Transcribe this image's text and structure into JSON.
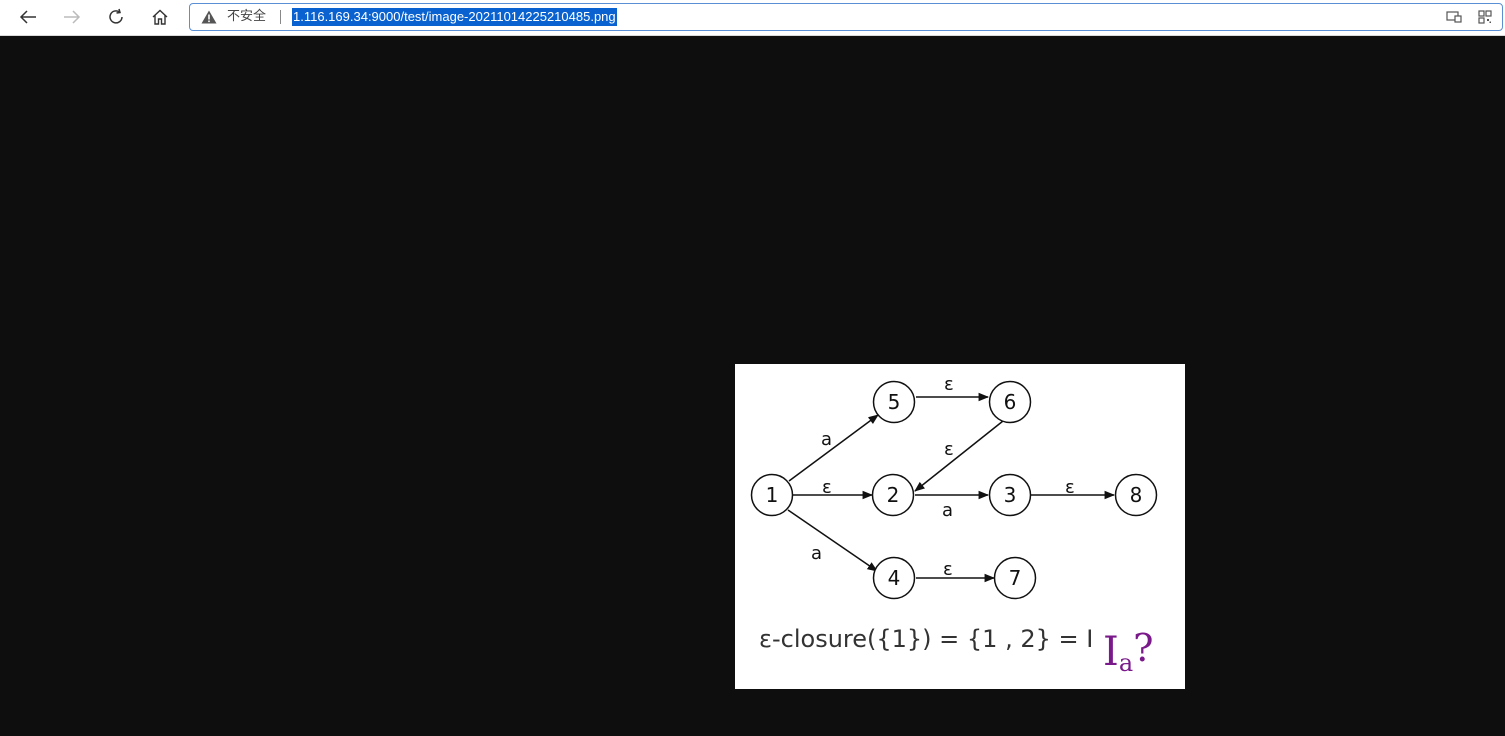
{
  "browser": {
    "security_label": "不安全",
    "url": "1.116.169.34:9000/test/image-20211014225210485.png",
    "icons": {
      "back": "arrow-left-icon",
      "forward": "arrow-right-icon",
      "reload": "reload-icon",
      "home": "home-icon",
      "warning": "warning-triangle-icon",
      "reader": "reader-view-icon",
      "qr": "qr-code-icon"
    },
    "colors": {
      "url_highlight": "#0a62d0",
      "viewer_bg": "#0e0e0e"
    }
  },
  "figure": {
    "nodes": [
      "1",
      "2",
      "3",
      "4",
      "5",
      "6",
      "7",
      "8"
    ],
    "edges": [
      {
        "from": "1",
        "to": "5",
        "label": "a"
      },
      {
        "from": "1",
        "to": "2",
        "label": "ε"
      },
      {
        "from": "1",
        "to": "4",
        "label": "a"
      },
      {
        "from": "5",
        "to": "6",
        "label": "ε"
      },
      {
        "from": "6",
        "to": "2",
        "label": "ε"
      },
      {
        "from": "2",
        "to": "3",
        "label": "a"
      },
      {
        "from": "3",
        "to": "8",
        "label": "ε"
      },
      {
        "from": "4",
        "to": "7",
        "label": "ε"
      }
    ],
    "formula": {
      "epsilon": "ε",
      "closure_text": "-closure({1}) = {1 , 2} = I",
      "ia_main": "I",
      "ia_sub": "a",
      "ia_q": "?"
    },
    "colors": {
      "ink": "#111111",
      "purple": "#7a1a8a"
    }
  }
}
